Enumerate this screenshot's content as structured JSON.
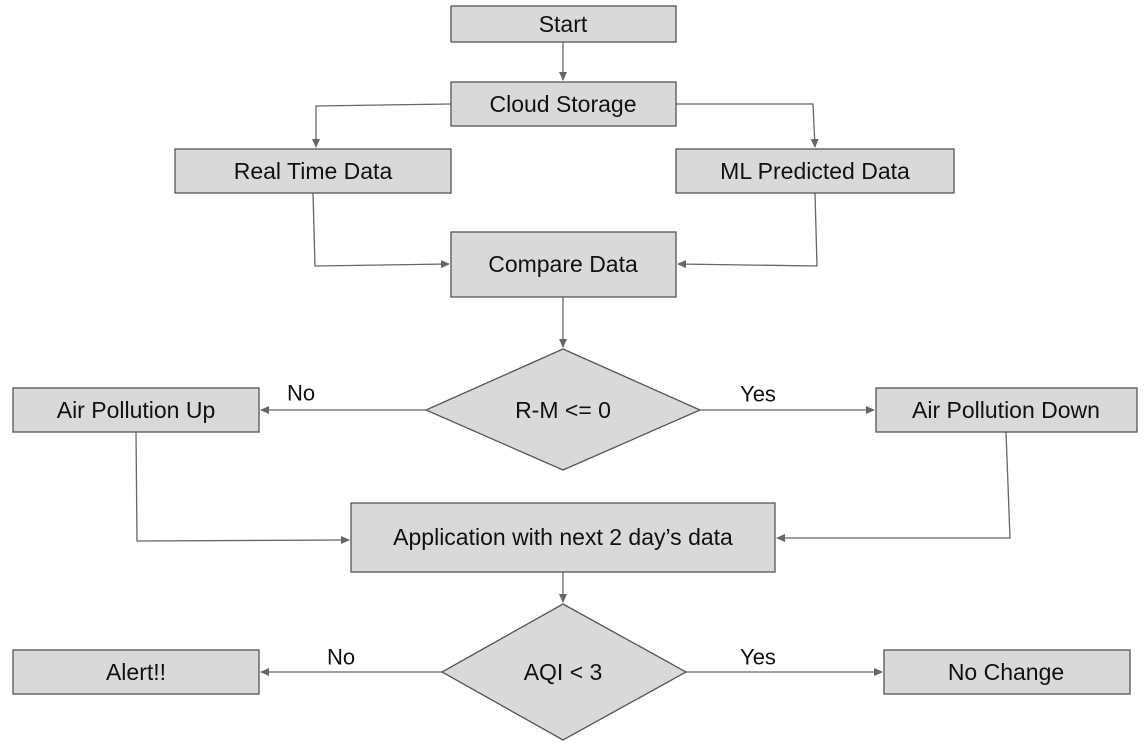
{
  "nodes": {
    "start": "Start",
    "cloud_storage": "Cloud Storage",
    "real_time_data": "Real Time Data",
    "ml_predicted_data": "ML Predicted Data",
    "compare_data": "Compare Data",
    "decision_rm": "R-M <= 0",
    "air_pollution_up": "Air Pollution Up",
    "air_pollution_down": "Air Pollution Down",
    "application": "Application with next 2 day’s data",
    "decision_aqi": "AQI < 3",
    "alert": "Alert!!",
    "no_change": "No Change"
  },
  "edge_labels": {
    "rm_no": "No",
    "rm_yes": "Yes",
    "aqi_no": "No",
    "aqi_yes": "Yes"
  },
  "colors": {
    "node_fill": "#d9d9d9",
    "node_stroke": "#555555",
    "connector": "#666666"
  }
}
